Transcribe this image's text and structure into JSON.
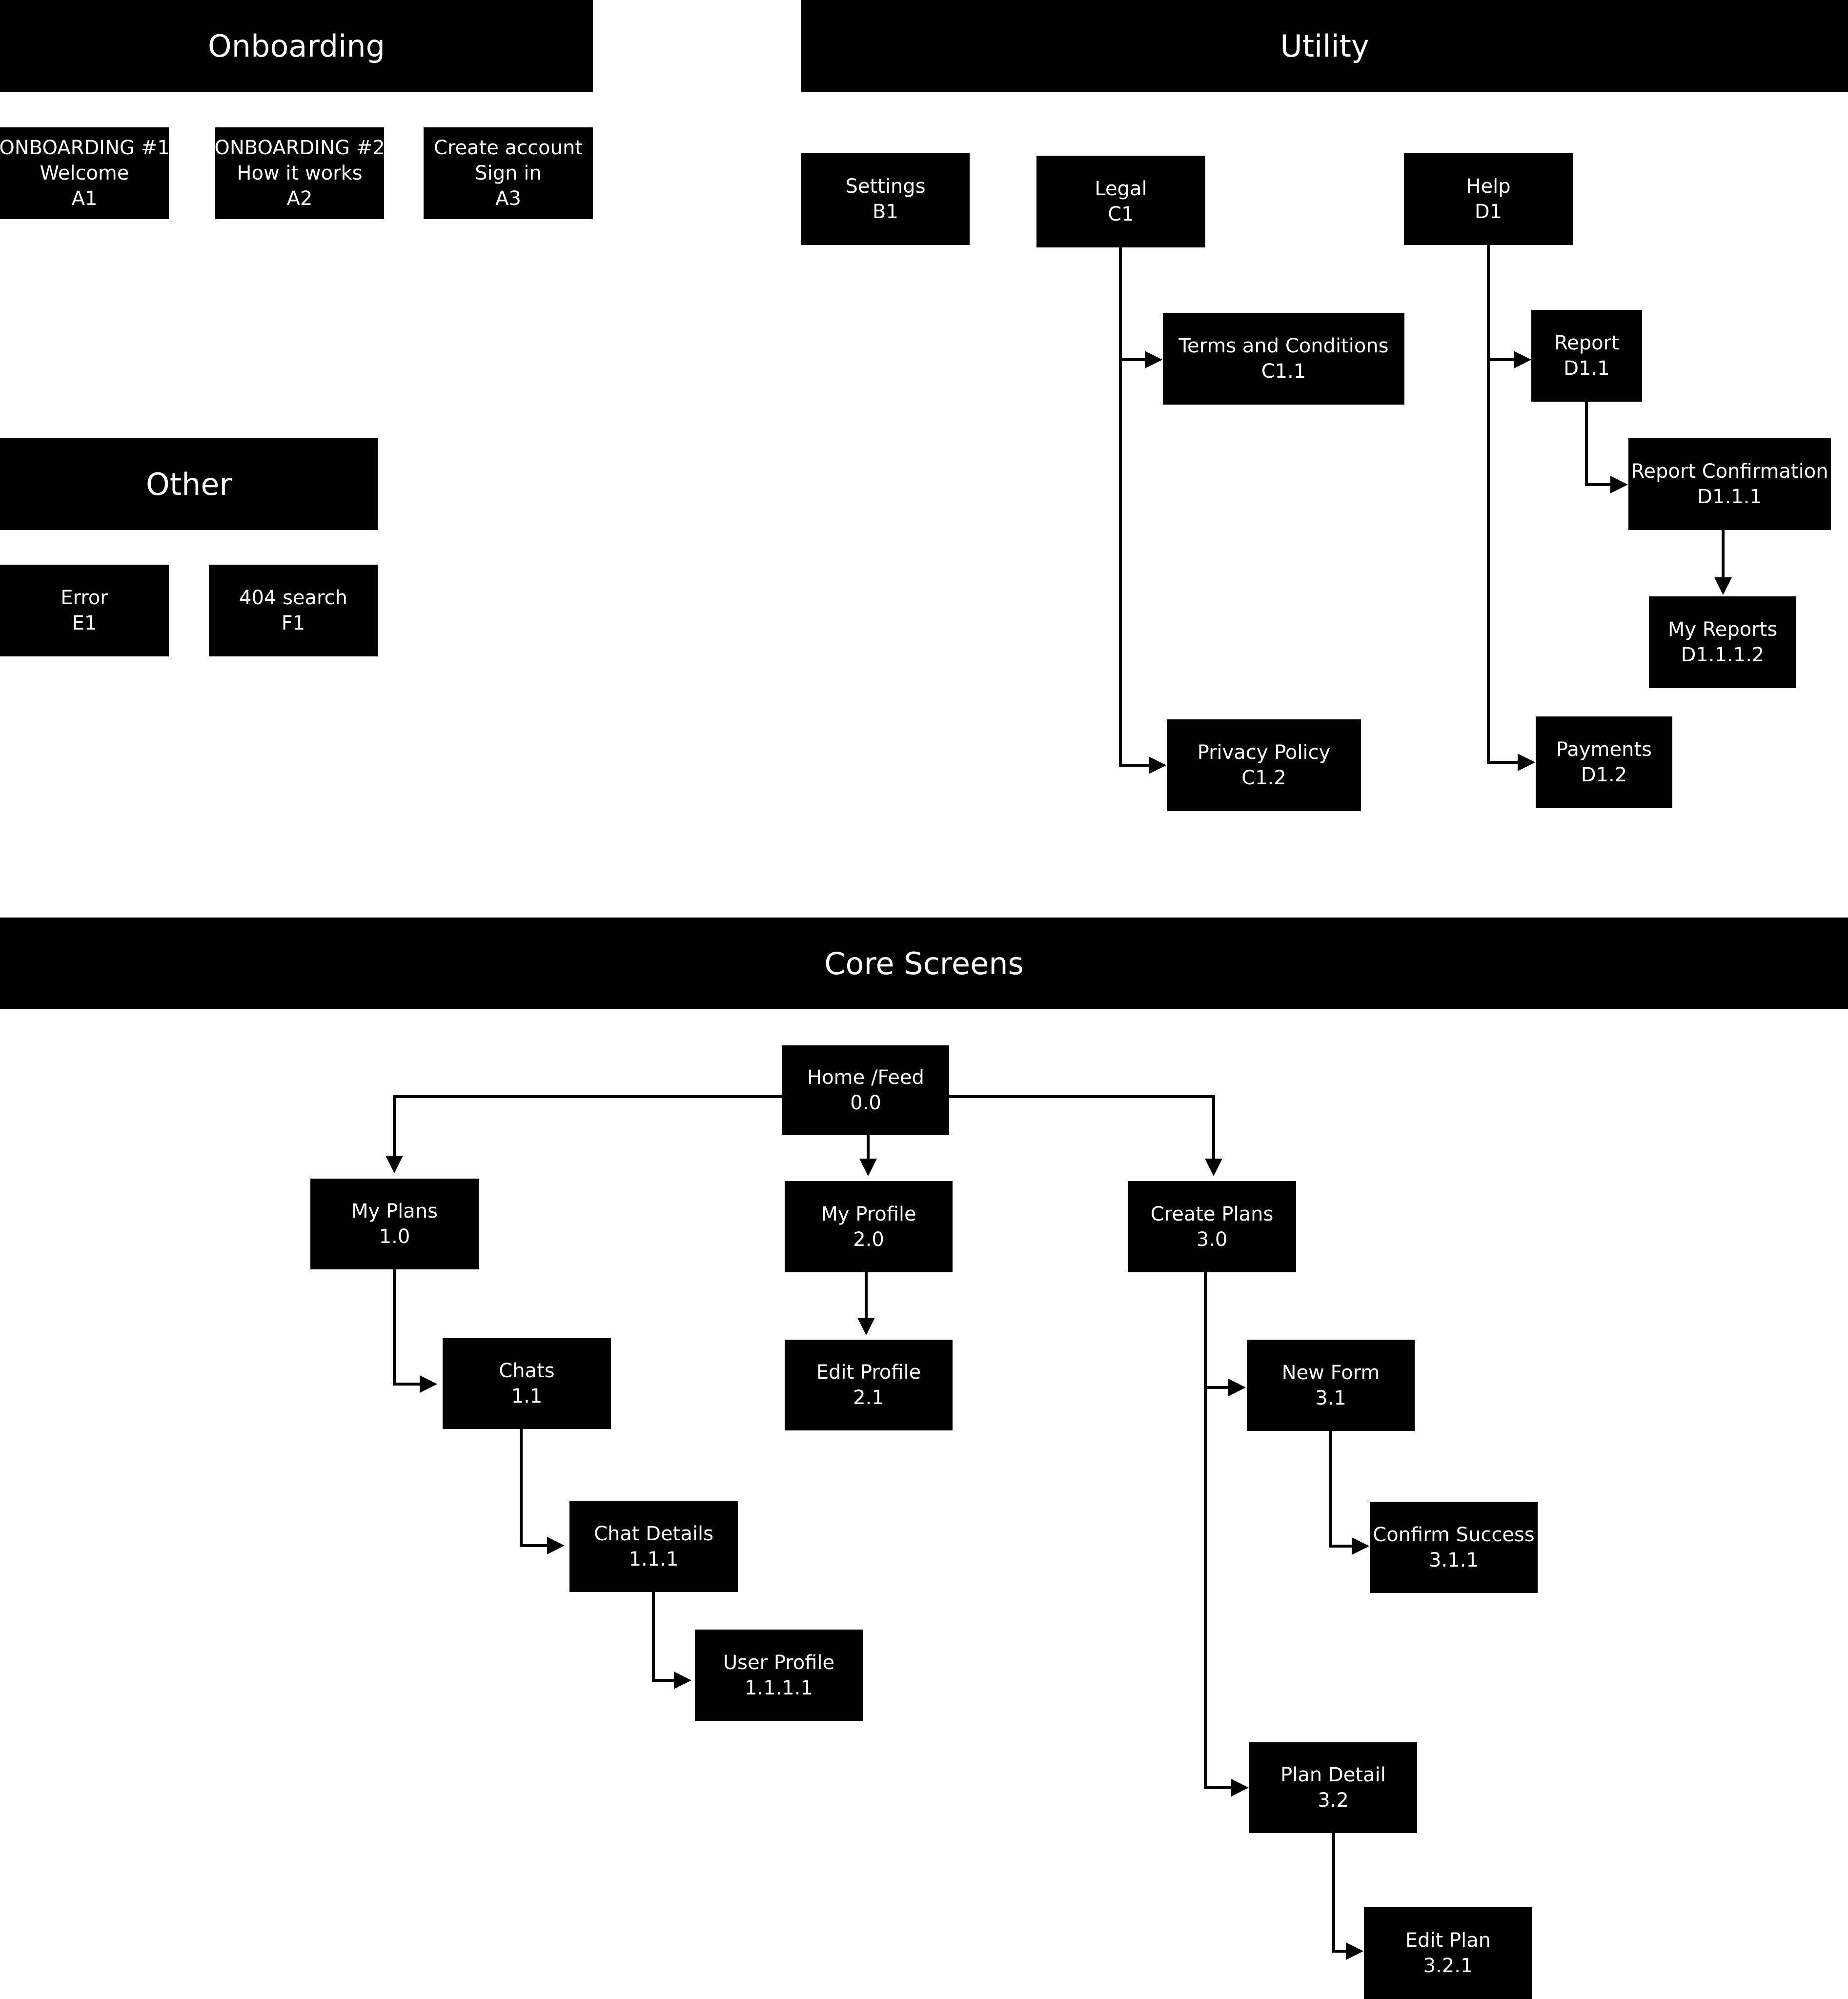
{
  "sections": {
    "onboarding": "Onboarding",
    "utility": "Utility",
    "other": "Other",
    "core": "Core Screens"
  },
  "nodes": {
    "a1": {
      "title": "ONBOARDING #1",
      "subtitle": "Welcome",
      "code": "A1"
    },
    "a2": {
      "title": "ONBOARDING #2",
      "subtitle": "How it works",
      "code": "A2"
    },
    "a3": {
      "title": "Create account",
      "subtitle": "Sign in",
      "code": "A3"
    },
    "b1": {
      "title": "Settings",
      "code": "B1"
    },
    "c1": {
      "title": "Legal",
      "code": "C1"
    },
    "c11": {
      "title": "Terms and Conditions",
      "code": "C1.1"
    },
    "c12": {
      "title": "Privacy Policy",
      "code": "C1.2"
    },
    "d1": {
      "title": "Help",
      "code": "D1"
    },
    "d11": {
      "title": "Report",
      "code": "D1.1"
    },
    "d111": {
      "title": "Report Confirmation",
      "code": "D1.1.1"
    },
    "d1112": {
      "title": "My Reports",
      "code": "D1.1.1.2"
    },
    "d12": {
      "title": "Payments",
      "code": "D1.2"
    },
    "e1": {
      "title": "Error",
      "code": "E1"
    },
    "f1": {
      "title": "404 search",
      "code": "F1"
    },
    "n00": {
      "title": "Home /Feed",
      "code": "0.0"
    },
    "n10": {
      "title": "My Plans",
      "code": "1.0"
    },
    "n11": {
      "title": "Chats",
      "code": "1.1"
    },
    "n111": {
      "title": "Chat Details",
      "code": "1.1.1"
    },
    "n1111": {
      "title": "User Profile",
      "code": "1.1.1.1"
    },
    "n20": {
      "title": "My Profile",
      "code": "2.0"
    },
    "n21": {
      "title": "Edit Profile",
      "code": "2.1"
    },
    "n30": {
      "title": "Create Plans",
      "code": "3.0"
    },
    "n31": {
      "title": "New Form",
      "code": "3.1"
    },
    "n311": {
      "title": "Confirm Success",
      "code": "3.1.1"
    },
    "n32": {
      "title": "Plan Detail",
      "code": "3.2"
    },
    "n321": {
      "title": "Edit Plan",
      "code": "3.2.1"
    }
  }
}
